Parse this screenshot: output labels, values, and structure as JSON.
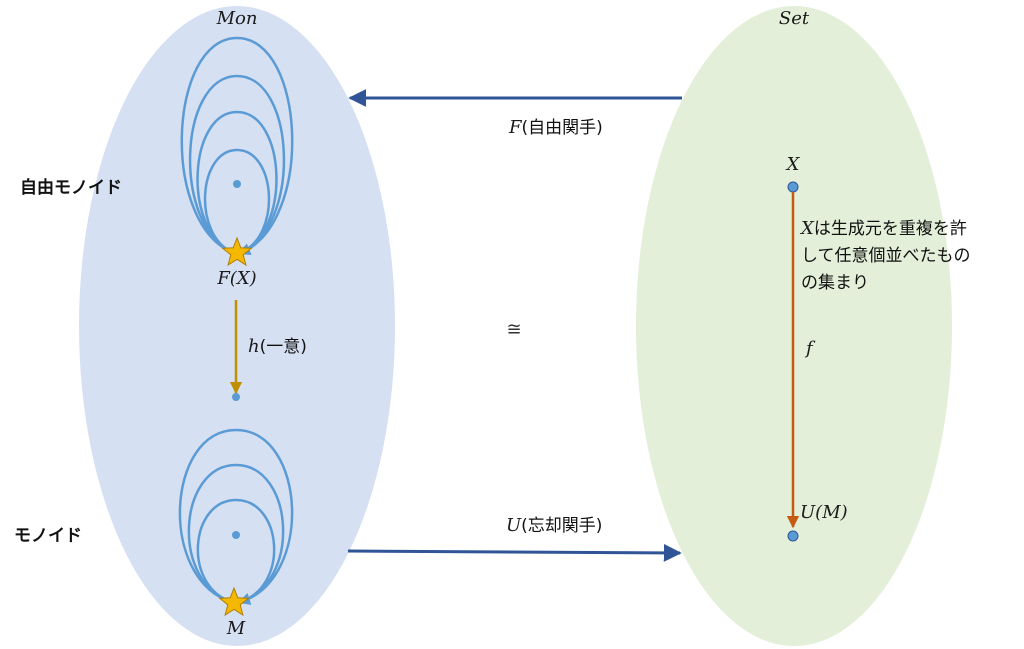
{
  "categories": {
    "left": "Mon",
    "right": "Set"
  },
  "labels": {
    "free_monoid": "自由モノイド",
    "monoid": "モノイド",
    "FX": "F(X)",
    "M": "M",
    "h_prefix": "h",
    "h_suffix": "(一意)",
    "F_prefix": "F",
    "F_suffix": "(自由関手)",
    "U_prefix": "U",
    "U_suffix": "(忘却関手)",
    "iso": "≅",
    "X": "X",
    "f": "f",
    "UM": "U(M)",
    "x_desc_head": "X",
    "x_desc_line1": "は生成元を重複を許",
    "x_desc_line2": "して任意個並べたもの",
    "x_desc_line3": "の集まり"
  },
  "colors": {
    "mon_fill": "#d6e0f3",
    "set_fill": "#e3efd8",
    "loop": "#5b9bd5",
    "point": "#5b9bd5",
    "star_fill": "#f5b800",
    "star_stroke": "#b07d00",
    "functor_arrow": "#2f5597",
    "h_arrow": "#bf8f00",
    "f_arrow": "#c55a11"
  }
}
